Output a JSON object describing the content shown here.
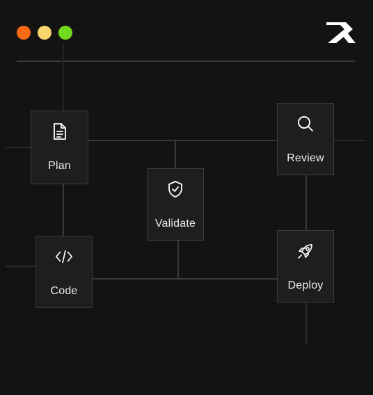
{
  "window": {
    "controls": [
      {
        "name": "close",
        "color": "#F96A12"
      },
      {
        "name": "minimize",
        "color": "#FAD66C"
      },
      {
        "name": "maximize",
        "color": "#72D81D"
      }
    ],
    "logo_icon": "brand-logo-icon"
  },
  "colors": {
    "background": "#131313",
    "node_fill": "#1E1E1E",
    "node_border": "#3C3C3C",
    "connector": "#3A3A3A",
    "text": "#ECECEC"
  },
  "nodes": [
    {
      "id": "plan",
      "label": "Plan",
      "icon": "document-icon"
    },
    {
      "id": "code",
      "label": "Code",
      "icon": "code-brackets-icon"
    },
    {
      "id": "validate",
      "label": "Validate",
      "icon": "shield-check-icon"
    },
    {
      "id": "review",
      "label": "Review",
      "icon": "search-icon"
    },
    {
      "id": "deploy",
      "label": "Deploy",
      "icon": "rocket-icon"
    }
  ]
}
